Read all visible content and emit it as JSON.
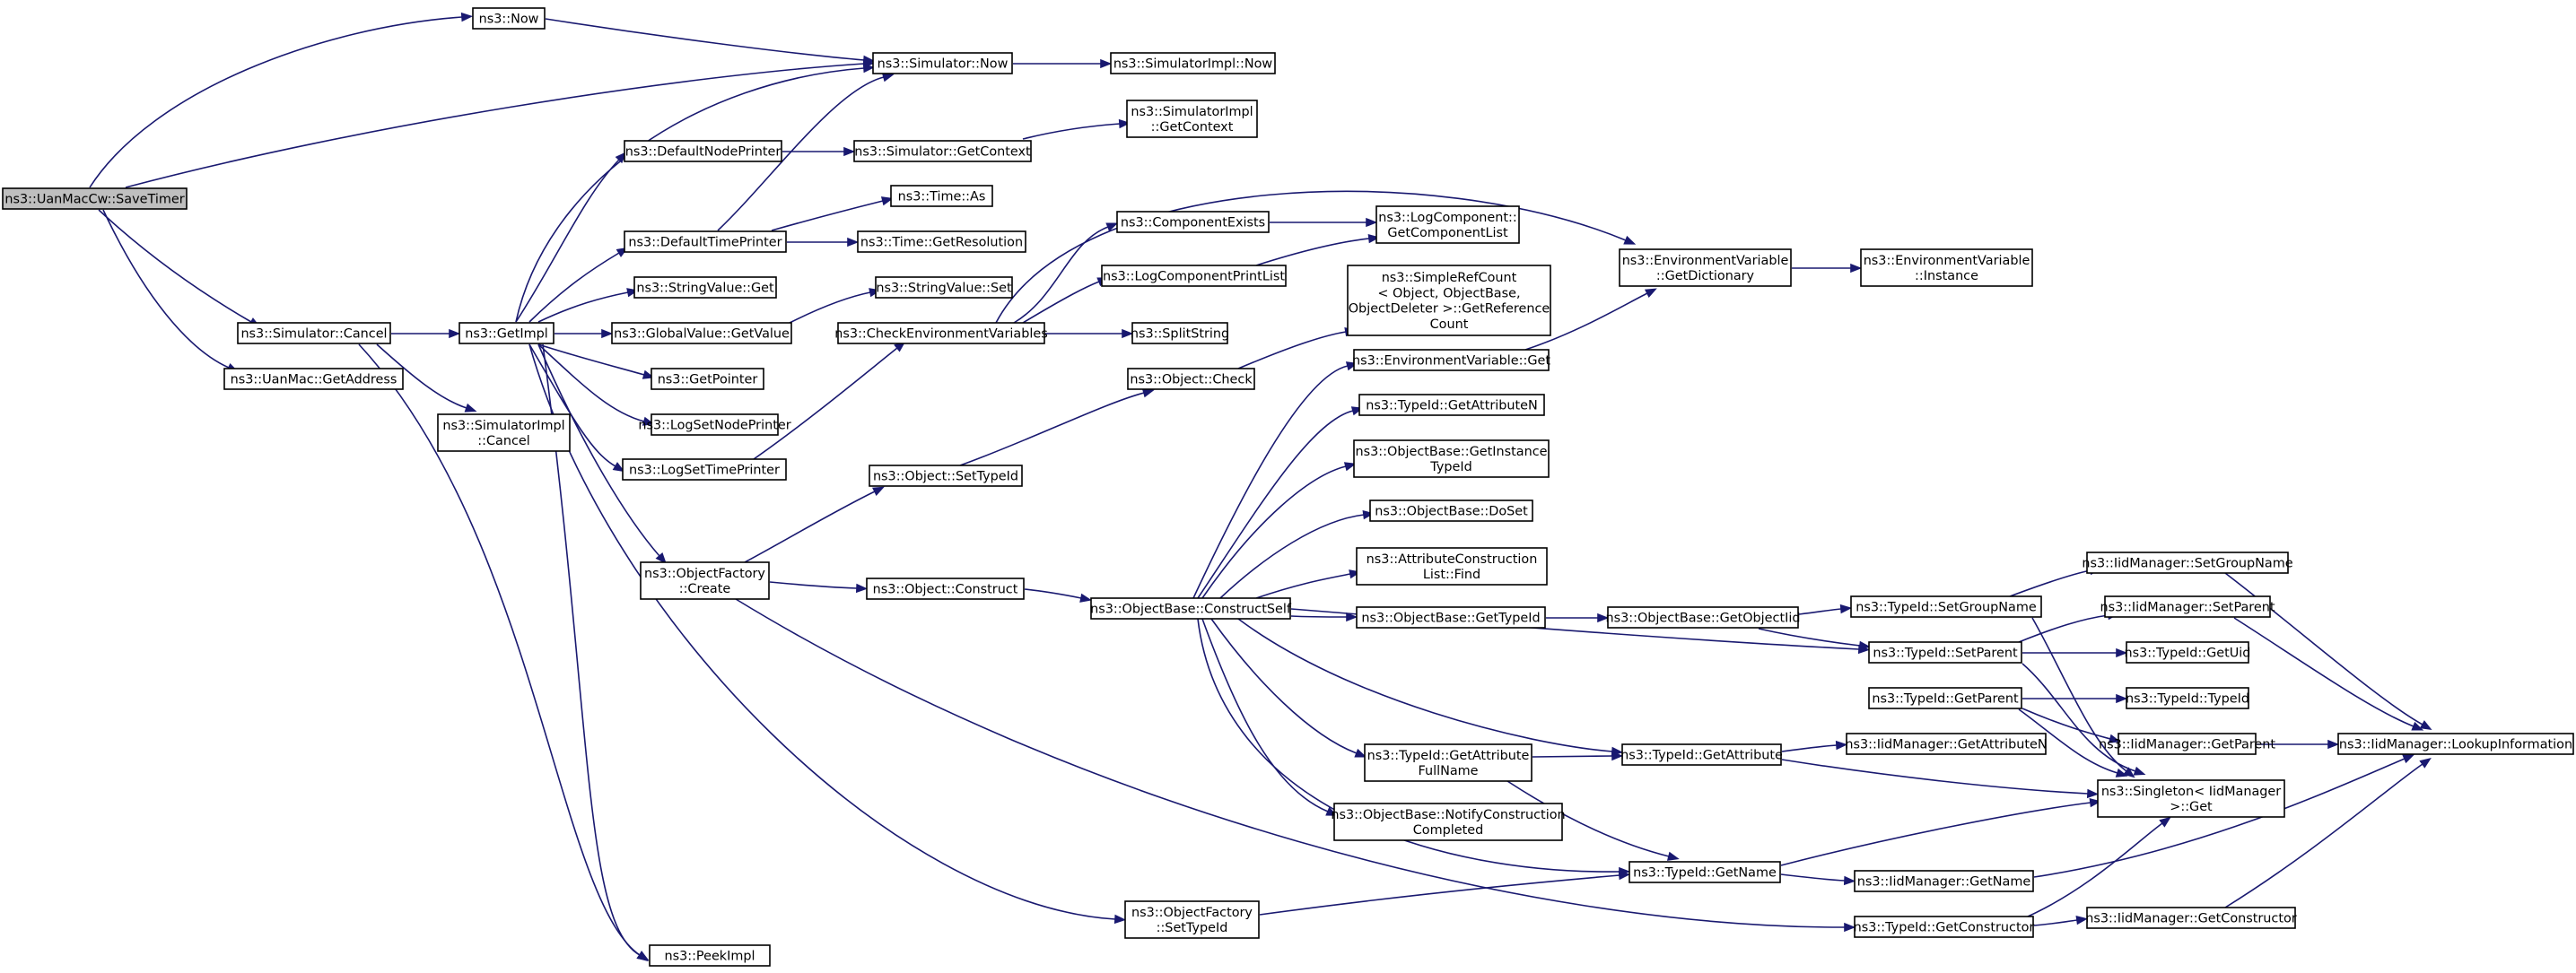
{
  "diagram": {
    "type": "call-graph",
    "colors": {
      "edge": "#191970",
      "node_border": "#000000",
      "node_fill": "#ffffff",
      "root_fill": "#bfbfbf"
    },
    "nodes": [
      {
        "id": "root",
        "lines": [
          "ns3::UanMacCw::SaveTimer"
        ],
        "root": true
      },
      {
        "id": "now",
        "lines": [
          "ns3::Now"
        ]
      },
      {
        "id": "simnow",
        "lines": [
          "ns3::Simulator::Now"
        ]
      },
      {
        "id": "simimplnow",
        "lines": [
          "ns3::SimulatorImpl::Now"
        ]
      },
      {
        "id": "simimplgetctx",
        "lines": [
          "ns3::SimulatorImpl",
          "::GetContext"
        ]
      },
      {
        "id": "defnodeprinter",
        "lines": [
          "ns3::DefaultNodePrinter"
        ]
      },
      {
        "id": "simgetctx",
        "lines": [
          "ns3::Simulator::GetContext"
        ]
      },
      {
        "id": "timeas",
        "lines": [
          "ns3::Time::As"
        ]
      },
      {
        "id": "deftimeprinter",
        "lines": [
          "ns3::DefaultTimePrinter"
        ]
      },
      {
        "id": "timegetres",
        "lines": [
          "ns3::Time::GetResolution"
        ]
      },
      {
        "id": "compexists",
        "lines": [
          "ns3::ComponentExists"
        ]
      },
      {
        "id": "logcompget",
        "lines": [
          "ns3::LogComponent::",
          "GetComponentList"
        ]
      },
      {
        "id": "logcompprint",
        "lines": [
          "ns3::LogComponentPrintList"
        ]
      },
      {
        "id": "envgetdict",
        "lines": [
          "ns3::EnvironmentVariable",
          "::GetDictionary"
        ]
      },
      {
        "id": "envinstance",
        "lines": [
          "ns3::EnvironmentVariable",
          "::Instance"
        ]
      },
      {
        "id": "strvalget",
        "lines": [
          "ns3::StringValue::Get"
        ]
      },
      {
        "id": "strvalset",
        "lines": [
          "ns3::StringValue::Set"
        ]
      },
      {
        "id": "simplerefcount",
        "lines": [
          "ns3::SimpleRefCount",
          "< Object, ObjectBase,",
          "ObjectDeleter >::GetReference",
          "Count"
        ]
      },
      {
        "id": "simcancel",
        "lines": [
          "ns3::Simulator::Cancel"
        ]
      },
      {
        "id": "getimpl",
        "lines": [
          "ns3::GetImpl"
        ]
      },
      {
        "id": "globalget",
        "lines": [
          "ns3::GlobalValue::GetValue"
        ]
      },
      {
        "id": "checkenv",
        "lines": [
          "ns3::CheckEnvironmentVariables"
        ]
      },
      {
        "id": "splitstring",
        "lines": [
          "ns3::SplitString"
        ]
      },
      {
        "id": "envget",
        "lines": [
          "ns3::EnvironmentVariable::Get"
        ]
      },
      {
        "id": "uanmacgetaddr",
        "lines": [
          "ns3::UanMac::GetAddress"
        ]
      },
      {
        "id": "getpointer",
        "lines": [
          "ns3::GetPointer"
        ]
      },
      {
        "id": "objcheck",
        "lines": [
          "ns3::Object::Check"
        ]
      },
      {
        "id": "typeidgetattrn",
        "lines": [
          "ns3::TypeId::GetAttributeN"
        ]
      },
      {
        "id": "simimplcancel",
        "lines": [
          "ns3::SimulatorImpl",
          "::Cancel"
        ]
      },
      {
        "id": "logsetnode",
        "lines": [
          "ns3::LogSetNodePrinter"
        ]
      },
      {
        "id": "objbasegetinst",
        "lines": [
          "ns3::ObjectBase::GetInstance",
          "TypeId"
        ]
      },
      {
        "id": "logsettime",
        "lines": [
          "ns3::LogSetTimePrinter"
        ]
      },
      {
        "id": "objsettypeid",
        "lines": [
          "ns3::Object::SetTypeId"
        ]
      },
      {
        "id": "objbasedoset",
        "lines": [
          "ns3::ObjectBase::DoSet"
        ]
      },
      {
        "id": "iidsetgroup",
        "lines": [
          "ns3::IidManager::SetGroupName"
        ]
      },
      {
        "id": "objfactcreate",
        "lines": [
          "ns3::ObjectFactory",
          "::Create"
        ]
      },
      {
        "id": "attrconstr",
        "lines": [
          "ns3::AttributeConstruction",
          "List::Find"
        ]
      },
      {
        "id": "objconstruct",
        "lines": [
          "ns3::Object::Construct"
        ]
      },
      {
        "id": "objbaseconstructself",
        "lines": [
          "ns3::ObjectBase::ConstructSelf"
        ]
      },
      {
        "id": "objbasegettypeid",
        "lines": [
          "ns3::ObjectBase::GetTypeId"
        ]
      },
      {
        "id": "objbasegetobjiid",
        "lines": [
          "ns3::ObjectBase::GetObjectIid"
        ]
      },
      {
        "id": "typeidsetgroup",
        "lines": [
          "ns3::TypeId::SetGroupName"
        ]
      },
      {
        "id": "iidsetparent",
        "lines": [
          "ns3::IidManager::SetParent"
        ]
      },
      {
        "id": "typeidsetparent",
        "lines": [
          "ns3::TypeId::SetParent"
        ]
      },
      {
        "id": "typeidgetuid",
        "lines": [
          "ns3::TypeId::GetUid"
        ]
      },
      {
        "id": "typeidgetparent",
        "lines": [
          "ns3::TypeId::GetParent"
        ]
      },
      {
        "id": "typeidtypeid",
        "lines": [
          "ns3::TypeId::TypeId"
        ]
      },
      {
        "id": "iidgetparent",
        "lines": [
          "ns3::IidManager::GetParent"
        ]
      },
      {
        "id": "iidlookup",
        "lines": [
          "ns3::IidManager::LookupInformation"
        ]
      },
      {
        "id": "typeidgetattrfull",
        "lines": [
          "ns3::TypeId::GetAttribute",
          "FullName"
        ]
      },
      {
        "id": "typeidgetattr",
        "lines": [
          "ns3::TypeId::GetAttribute"
        ]
      },
      {
        "id": "iidgetattrn",
        "lines": [
          "ns3::IidManager::GetAttributeN"
        ]
      },
      {
        "id": "singletonget",
        "lines": [
          "ns3::Singleton< IidManager",
          ">::Get"
        ]
      },
      {
        "id": "objbasenotify",
        "lines": [
          "ns3::ObjectBase::NotifyConstruction",
          "Completed"
        ]
      },
      {
        "id": "typeidgetname",
        "lines": [
          "ns3::TypeId::GetName"
        ]
      },
      {
        "id": "iidgetname",
        "lines": [
          "ns3::IidManager::GetName"
        ]
      },
      {
        "id": "objfactsettypeid",
        "lines": [
          "ns3::ObjectFactory",
          "::SetTypeId"
        ]
      },
      {
        "id": "typeidgetconstr",
        "lines": [
          "ns3::TypeId::GetConstructor"
        ]
      },
      {
        "id": "iidgetconstr",
        "lines": [
          "ns3::IidManager::GetConstructor"
        ]
      },
      {
        "id": "peekimpl",
        "lines": [
          "ns3::PeekImpl"
        ]
      }
    ]
  }
}
